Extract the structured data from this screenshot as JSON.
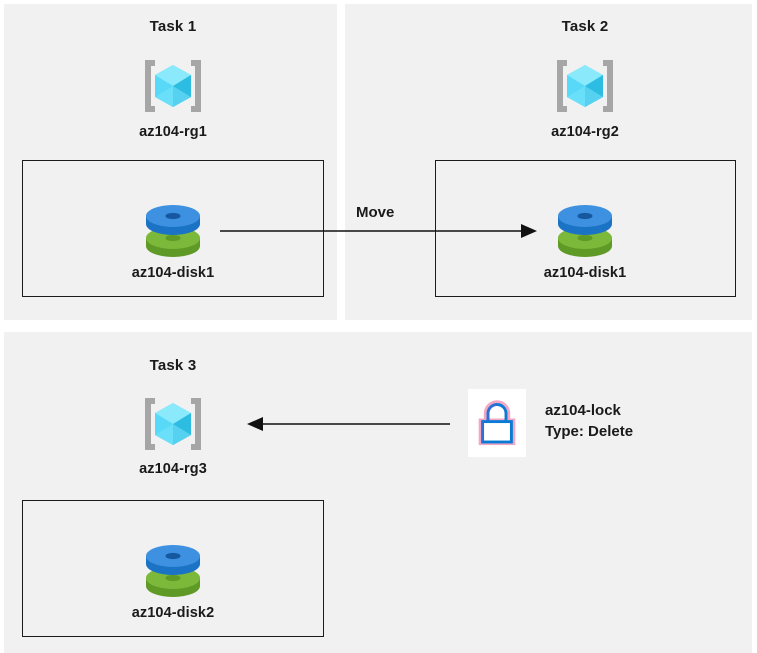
{
  "diagram": {
    "background": "#ffffff",
    "panel_background": "#f1f1f1",
    "border_color": "#1c1c1c",
    "text_color": "#1a1a1a"
  },
  "tasks": [
    {
      "title": "Task 1",
      "resource_group": {
        "label": "az104-rg1",
        "icon": "resource-group-icon"
      },
      "resource": {
        "label": "az104-disk1",
        "icon": "managed-disk-icon"
      }
    },
    {
      "title": "Task 2",
      "resource_group": {
        "label": "az104-rg2",
        "icon": "resource-group-icon"
      },
      "resource": {
        "label": "az104-disk1",
        "icon": "managed-disk-icon"
      }
    },
    {
      "title": "Task 3",
      "resource_group": {
        "label": "az104-rg3",
        "icon": "resource-group-icon"
      },
      "resource": {
        "label": "az104-disk2",
        "icon": "managed-disk-icon"
      }
    }
  ],
  "connectors": {
    "move": {
      "label": "Move",
      "direction": "left-to-right",
      "from": "az104-disk1 in az104-rg1",
      "to": "az104-rg2"
    },
    "lock_apply": {
      "label": "",
      "direction": "right-to-left",
      "from": "az104-lock",
      "to": "az104-rg3"
    }
  },
  "lock": {
    "icon": "lock-icon",
    "name": "az104-lock",
    "type_line": "Type: Delete",
    "colors": {
      "outline": "#0a7bd4",
      "highlight": "#2f6fd8",
      "tint": "#f0a8c0"
    }
  },
  "icon_colors": {
    "resource_group_bracket": "#a6a6a6",
    "cube_top": "#7fe3fb",
    "cube_left": "#4fd4f5",
    "cube_right": "#2bb7de",
    "disk_blue_top": "#3d91e0",
    "disk_blue_side": "#1a73c4",
    "disk_green_top": "#7cb93a",
    "disk_green_side": "#5f9a27"
  }
}
